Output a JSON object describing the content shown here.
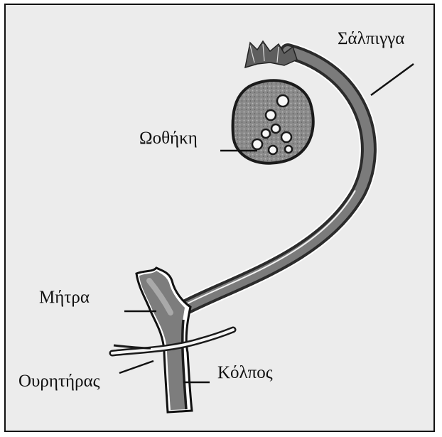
{
  "labels": {
    "salpinx": "Σάλπιγγα",
    "ovary": "Ωοθήκη",
    "uterus": "Μήτρα",
    "ureter": "Ουρητήρας",
    "vagina": "Κόλπος"
  },
  "colors": {
    "background": "#ececec",
    "tissue": "#6f6f6f",
    "tissue_light": "#9a9a9a",
    "outline": "#111111"
  }
}
